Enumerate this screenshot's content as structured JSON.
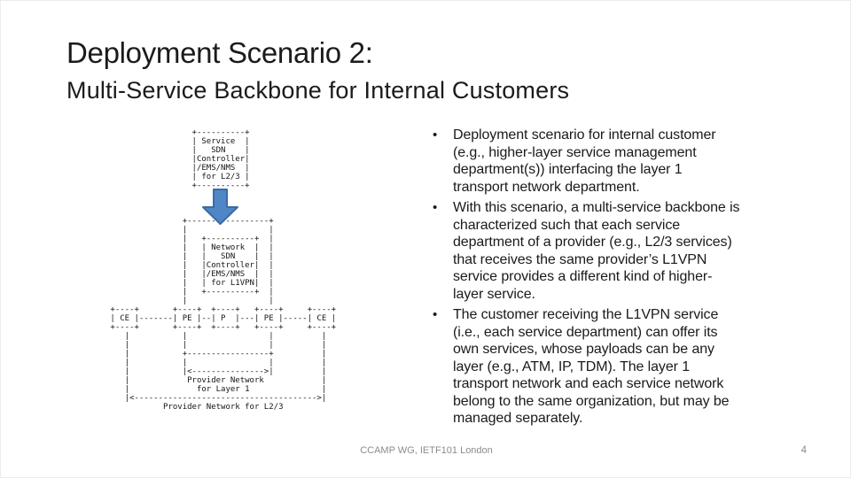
{
  "slide": {
    "title": "Deployment Scenario 2:",
    "subtitle": "Multi-Service Backbone for Internal Customers",
    "footer": "CCAMP WG, IETF101 London",
    "page_number": "4"
  },
  "diagram": {
    "arrow_fill": "#4f86c6",
    "arrow_stroke": "#3a6ba5",
    "ascii_art": "                  +----------+\n                  | Service  |\n                  |   SDN    |\n                  |Controller|\n                  |/EMS/NMS  |\n                  | for L2/3 |\n                  +----------+\n\n\n\n                +-----------------+\n                |                 |\n                |   +----------+  |\n                |   | Network  |  |\n                |   |   SDN    |  |\n                |   |Controller|  |\n                |   |/EMS/NMS  |  |\n                |   | for L1VPN|  |\n                |   +----------+  |\n                |                 |\n +----+       +----+  +----+   +----+     +----+\n | CE |-------| PE |--| P  |---| PE |-----| CE |\n +----+       +----+  +----+   +----+     +----+\n    |           |                 |          |\n    |           |                 |          |\n    |           +-----------------+          |\n    |           |                 |          |\n    |           |<--------------->|          |\n    |            Provider Network            |\n    |              for Layer 1               |\n    |<-------------------------------------->|\n            Provider Network for L2/3"
  },
  "bullets": {
    "marker": "•",
    "items": [
      {
        "lines": [
          "Deployment scenario for internal customer",
          "(e.g., higher-layer service management",
          "department(s)) interfacing the layer 1",
          "transport network department."
        ]
      },
      {
        "lines": [
          "With this scenario, a multi-service backbone is",
          "characterized such that each service",
          "department of a provider (e.g., L2/3 services)",
          "that receives the same provider’s L1VPN",
          "service provides a different kind of higher-",
          "layer service."
        ]
      },
      {
        "lines": [
          "The customer receiving the L1VPN service",
          "(i.e., each service department) can offer its",
          "own services, whose payloads can be any",
          "layer (e.g., ATM, IP, TDM). The layer 1",
          "transport network and each service network",
          "belong to the same organization, but may be",
          "managed separately."
        ]
      }
    ]
  }
}
